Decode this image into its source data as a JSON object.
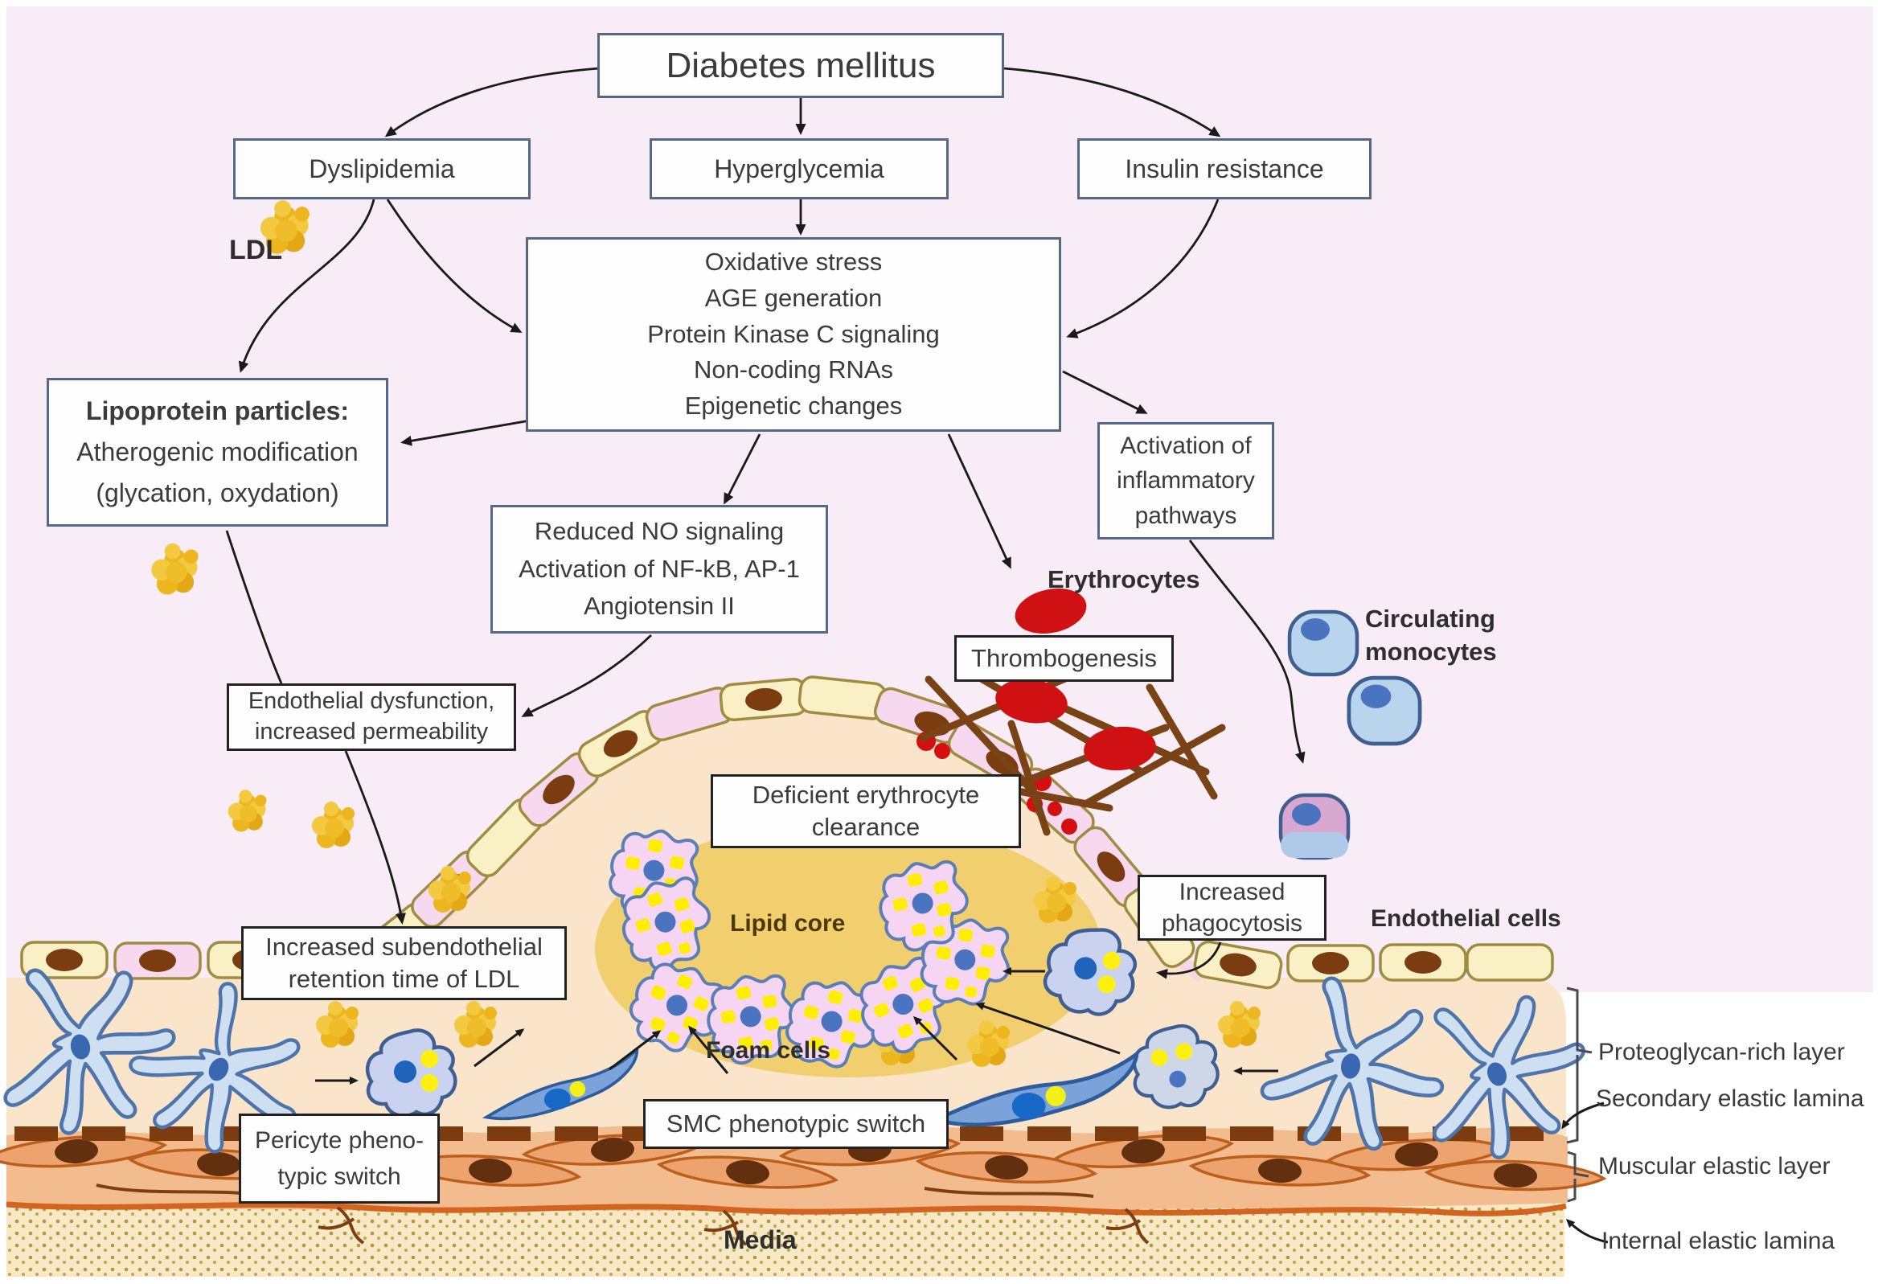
{
  "nodes": {
    "diabetes": "Diabetes mellitus",
    "dyslipidemia": "Dyslipidemia",
    "hyperglycemia": "Hyperglycemia",
    "insulin_resistance": "Insulin resistance",
    "mechanisms": [
      "Oxidative stress",
      "AGE generation",
      "Protein Kinase C signaling",
      "Non-coding RNAs",
      "Epigenetic changes"
    ],
    "lipoprotein": [
      "Lipoprotein particles:",
      "Atherogenic modification",
      "(glycation, oxydation)"
    ],
    "signaling": [
      "Reduced NO signaling",
      "Activation of NF-kB, AP-1",
      "Angiotensin II"
    ],
    "inflammatory": [
      "Activation of",
      "inflammatory",
      "pathways"
    ],
    "endothelial_dysfunction": [
      "Endothelial dysfunction,",
      "increased permeability"
    ],
    "thrombogenesis": "Thrombogenesis",
    "deficient_clearance": [
      "Deficient erythrocyte",
      "clearance"
    ],
    "retention": [
      "Increased subendothelial",
      "retention time of LDL"
    ],
    "phagocytosis": [
      "Increased",
      "phagocytosis"
    ],
    "pericyte_switch": [
      "Pericyte pheno-",
      "typic switch"
    ],
    "smc_switch": "SMC phenotypic switch"
  },
  "labels": {
    "ldl": "LDL",
    "erythrocytes": "Erythrocytes",
    "circulating_monocytes": [
      "Circulating",
      "monocytes"
    ],
    "endothelial_cells": "Endothelial cells",
    "lipid_core": "Lipid core",
    "foam_cells": "Foam cells",
    "media": "Media",
    "proteoglycan_layer": "Proteoglycan-rich layer",
    "secondary_lamina": "Secondary elastic lamina",
    "muscular_layer": "Muscular elastic layer",
    "internal_lamina": "Internal elastic lamina"
  },
  "colors": {
    "lumen_pink": "#f8ecf6",
    "intima_peach": "#fae5cb",
    "lipid_core_yellow": "#f2cf6e",
    "tile_beige": "#f9f0c6",
    "tile_pink": "#f7d9ef",
    "tile_border": "#a08c40",
    "nucleus_brown": "#7b3c10",
    "ldl_gold": "#edb51e",
    "erythrocyte_red": "#cf1113",
    "fibrin_brown": "#7a4316",
    "monocyte_blue": "#b9d4ed",
    "pericyte_blue": "#cfdff2",
    "foam_pink": "#f6d5f3",
    "foam_yellow": "#ffee00",
    "smc_blue": "#7ba3d9",
    "muscle_orange": "#eca36e",
    "media_sand": "#f7e9c5",
    "flow_box_border": "#56688a",
    "annotation_border": "#222222",
    "arrow": "#1a1a1a"
  }
}
